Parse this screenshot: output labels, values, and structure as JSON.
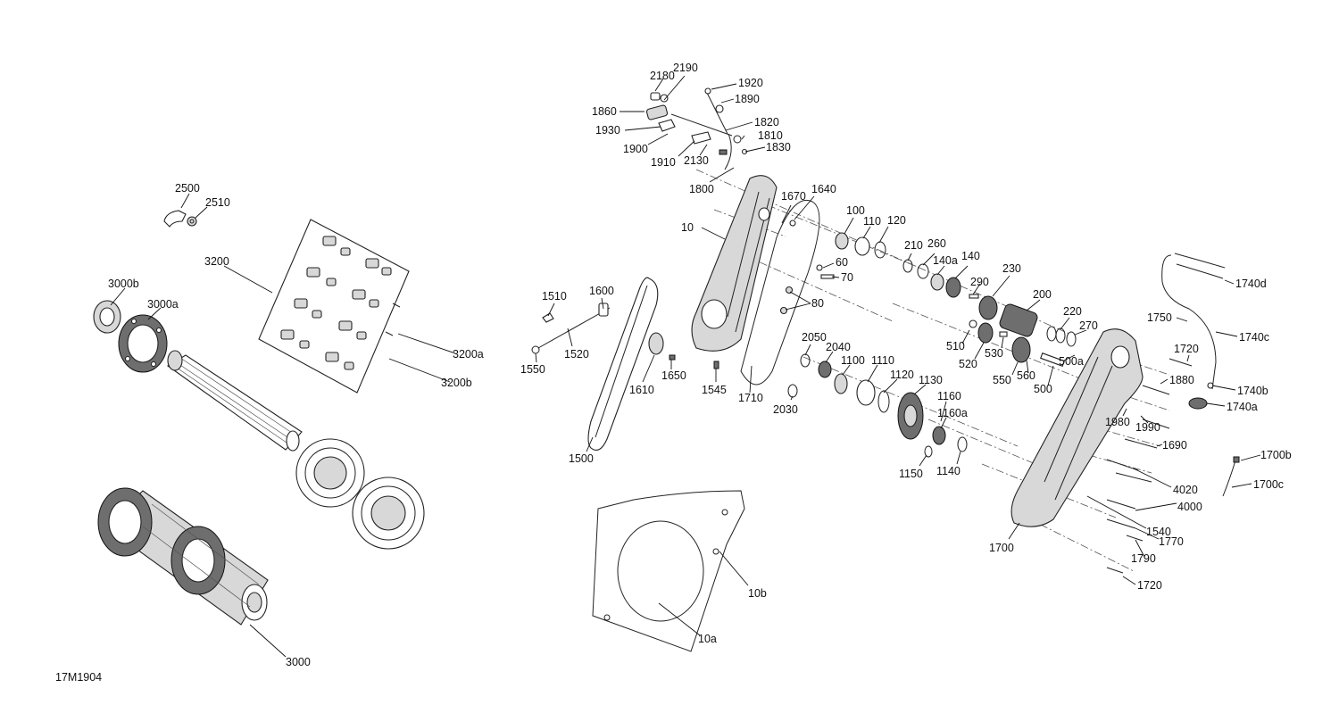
{
  "figure_code": "17M1904",
  "callouts": {
    "c2190": "2190",
    "c2180": "2180",
    "c1920": "1920",
    "c1890": "1890",
    "c1860": "1860",
    "c1820": "1820",
    "c1930": "1930",
    "c1810": "1810",
    "c1830": "1830",
    "c1900": "1900",
    "c1910": "1910",
    "c2130": "2130",
    "c1800": "1800",
    "c2500": "2500",
    "c2510": "2510",
    "c3200": "3200",
    "c3000b": "3000b",
    "c3000a": "3000a",
    "c3200a": "3200a",
    "c3200b": "3200b",
    "c3000": "3000",
    "c1670": "1670",
    "c1640": "1640",
    "c10": "10",
    "c100": "100",
    "c110": "110",
    "c120": "120",
    "c60": "60",
    "c70": "70",
    "c80": "80",
    "c1510": "1510",
    "c1600": "1600",
    "c1520": "1520",
    "c1550": "1550",
    "c1610": "1610",
    "c1650": "1650",
    "c1545": "1545",
    "c1500": "1500",
    "c1710": "1710",
    "c2050": "2050",
    "c2040": "2040",
    "c1100": "1100",
    "c1110": "1110",
    "c1120": "1120",
    "c1130": "1130",
    "c2030": "2030",
    "c1160": "1160",
    "c1160a": "1160a",
    "c1150": "1150",
    "c1140": "1140",
    "c210": "210",
    "c260": "260",
    "c140a": "140a",
    "c140": "140",
    "c230": "230",
    "c290": "290",
    "c200": "200",
    "c220": "220",
    "c270": "270",
    "c510": "510",
    "c520": "520",
    "c530": "530",
    "c500a": "500a",
    "c560": "560",
    "c550": "550",
    "c500": "500",
    "c1740d": "1740d",
    "c1750": "1750",
    "c1740c": "1740c",
    "c1720a": "1720",
    "c1880": "1880",
    "c1740b": "1740b",
    "c1740a": "1740a",
    "c1980": "1980",
    "c1990": "1990",
    "c1690": "1690",
    "c1700b": "1700b",
    "c4020": "4020",
    "c1700c": "1700c",
    "c4000": "4000",
    "c1540": "1540",
    "c1770": "1770",
    "c1700": "1700",
    "c1790": "1790",
    "c1720b": "1720",
    "c10b": "10b",
    "c10a": "10a"
  }
}
